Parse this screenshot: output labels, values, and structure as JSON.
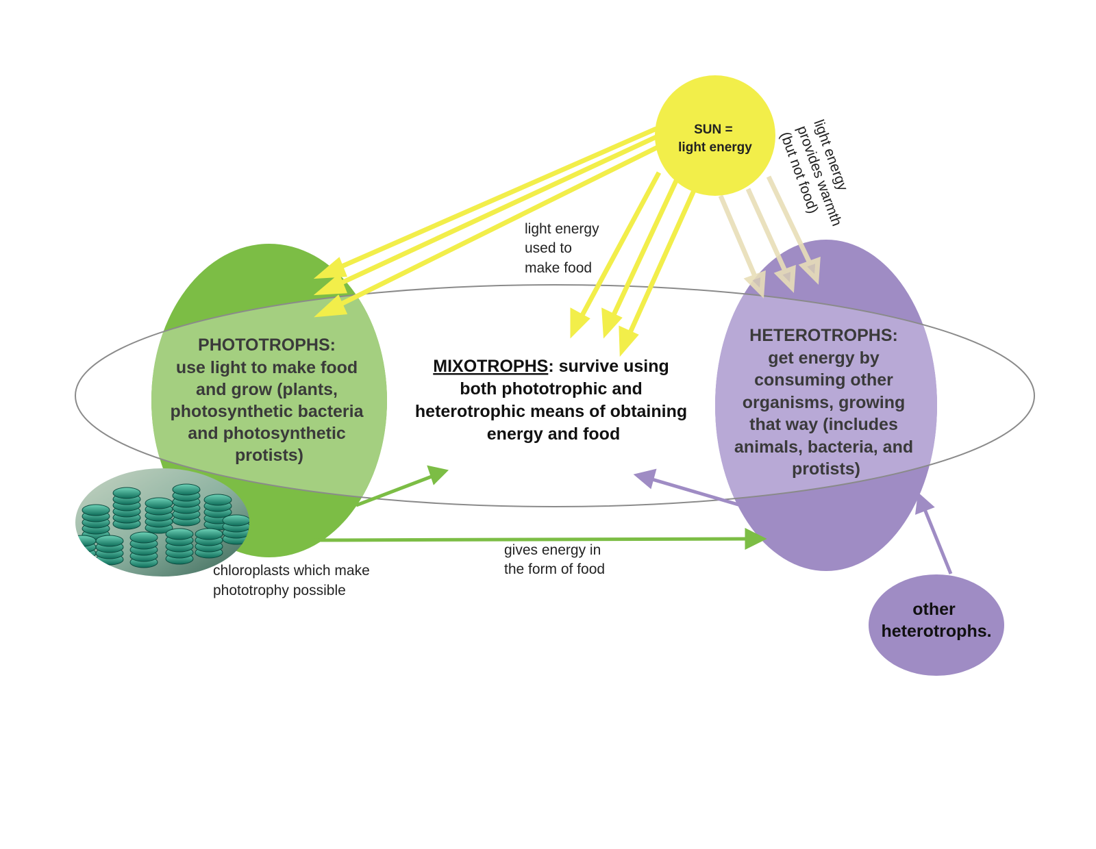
{
  "sun": {
    "line1": "SUN =",
    "line2": "light energy"
  },
  "labels": {
    "light_food": [
      "light energy",
      "used to",
      "make food"
    ],
    "warmth": [
      "light energy",
      "provides warmth",
      "(but not food)"
    ],
    "food_transfer": [
      "gives energy in",
      "the form of food"
    ],
    "chloroplast_caption": [
      "chloroplasts which make",
      "phototrophy possible"
    ]
  },
  "phototrophs": {
    "heading": "PHOTOTROPHS:",
    "lines": [
      "use light to make food",
      "and grow (plants,",
      "photosynthetic bacteria",
      "and  photosynthetic",
      "protists)"
    ]
  },
  "mixotrophs": {
    "term": "MIXOTROPHS",
    "rest_first": ": survive using",
    "lines": [
      "both phototrophic and",
      "heterotrophic means of obtaining",
      "energy and food"
    ]
  },
  "heterotrophs": {
    "heading": "HETEROTROPHS:",
    "lines": [
      "get energy by",
      "consuming other",
      "organisms, growing",
      "that way (includes",
      "animals, bacteria, and",
      "protists)"
    ]
  },
  "other_heterotrophs": {
    "lines": [
      "other",
      "heterotrophs."
    ]
  },
  "colors": {
    "sun": "#F2EE4A",
    "yellow_arrow": "#F2EE4A",
    "warmth_arrow": "#E8DEB8",
    "green": "#7CBD45",
    "green_light": "#A4CF80",
    "purple": "#9F8CC4",
    "purple_light": "#B8A9D6",
    "ellipse_stroke": "#8A8A8A",
    "text": "#3A3A3A"
  }
}
